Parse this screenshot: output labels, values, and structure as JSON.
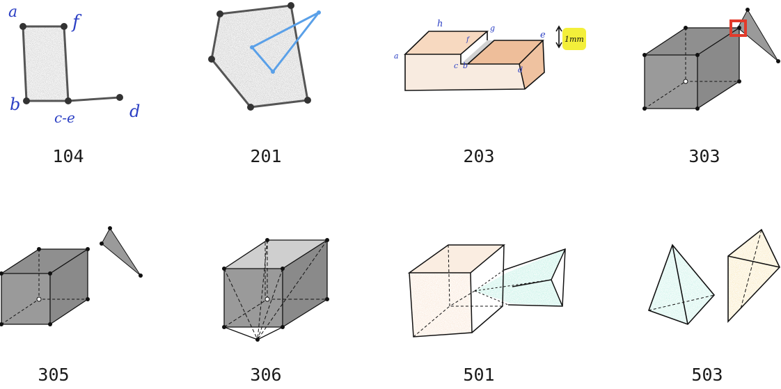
{
  "figure": {
    "panels": [
      {
        "id": "104",
        "caption": "104",
        "letters": [
          "a",
          "f",
          "b",
          "c-e",
          "d"
        ]
      },
      {
        "id": "201",
        "caption": "201"
      },
      {
        "id": "203",
        "caption": "203",
        "letters": [
          "h",
          "g",
          "f",
          "e",
          "a",
          "b",
          "c",
          "d"
        ],
        "note": "1mm"
      },
      {
        "id": "303",
        "caption": "303"
      },
      {
        "id": "305",
        "caption": "305"
      },
      {
        "id": "306",
        "caption": "306"
      },
      {
        "id": "501",
        "caption": "501"
      },
      {
        "id": "503",
        "caption": "503"
      }
    ]
  },
  "colors": {
    "ink": "#111111",
    "pencil_blue": "#2b3fc4",
    "sketch_blue": "#5aa0e8",
    "face_gray": "#9a9a9a",
    "face_gray_light": "#c9c9c9",
    "highlight_red": "#e23a2a",
    "highlight_yellow": "#f3ef3a",
    "hatch_orange": "#e0a070",
    "hatch_teal": "#4fd1b3",
    "hatch_yellow": "#f0c860"
  }
}
